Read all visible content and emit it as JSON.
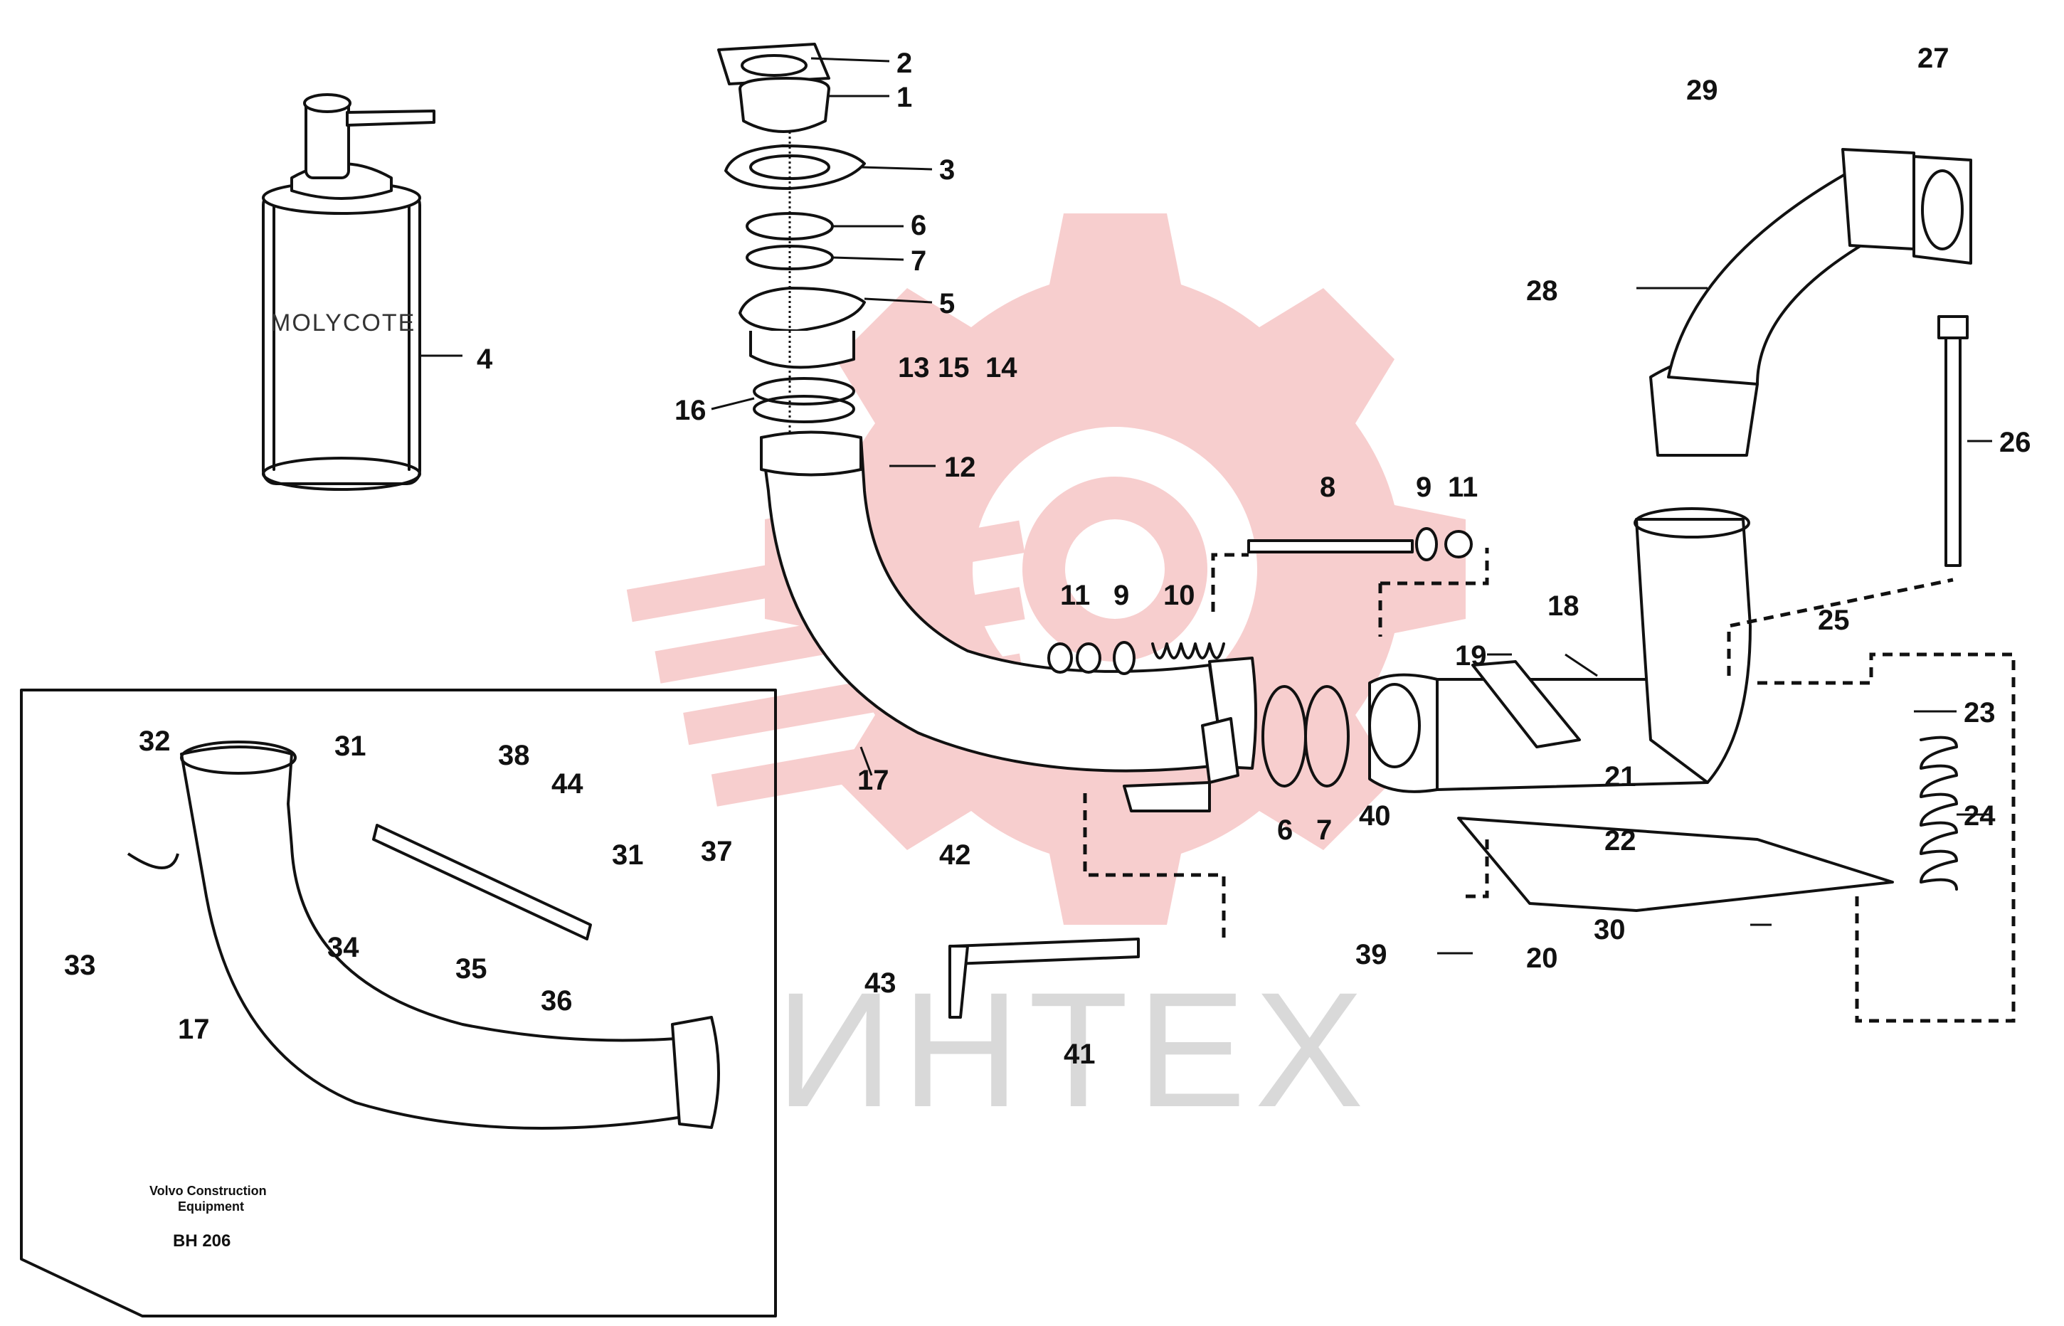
{
  "labels": {
    "l1": "1",
    "l2": "2",
    "l3": "3",
    "l4": "4",
    "l5": "5",
    "l6a": "6",
    "l7a": "7",
    "l6b": "6",
    "l7b": "7",
    "l8": "8",
    "l9a": "9",
    "l11a": "11",
    "l11b": "11",
    "l9b": "9",
    "l10": "10",
    "l12": "12",
    "l13": "13",
    "l14": "14",
    "l15": "15",
    "l16": "16",
    "l17a": "17",
    "l17b": "17",
    "l18": "18",
    "l19": "19",
    "l20": "20",
    "l21": "21",
    "l22": "22",
    "l23": "23",
    "l24": "24",
    "l25": "25",
    "l26": "26",
    "l27": "27",
    "l28": "28",
    "l29": "29",
    "l30": "30",
    "l31a": "31",
    "l31b": "31",
    "l32": "32",
    "l33": "33",
    "l34": "34",
    "l35": "35",
    "l36": "36",
    "l37": "37",
    "l38": "38",
    "l39": "39",
    "l40": "40",
    "l41": "41",
    "l42": "42",
    "l43": "43",
    "l44": "44"
  },
  "can_label": "MOLYCOTE",
  "watermark": "ИНТЕХ",
  "footer": {
    "line1": "Volvo Construction",
    "line2": "Equipment",
    "code": "BH 206"
  },
  "colors": {
    "ink": "#111111",
    "watermark_red": "#f7c9c9",
    "watermark_gray": "#d9d9d9"
  }
}
